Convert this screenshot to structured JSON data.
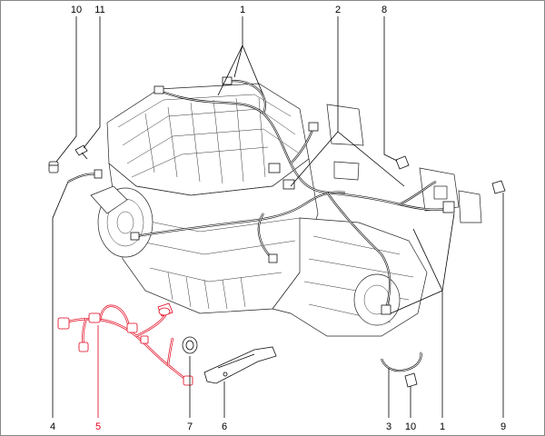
{
  "callouts": {
    "c1": "1",
    "c2": "2",
    "c3": "3",
    "c4": "4",
    "c5": "5",
    "c6": "6",
    "c7": "7",
    "c8": "8",
    "c9": "9",
    "c10": "10",
    "c11": "11"
  },
  "colors": {
    "highlight": "#e0001a",
    "line": "#000000",
    "background": "#ffffff"
  },
  "highlighted_part": "5"
}
